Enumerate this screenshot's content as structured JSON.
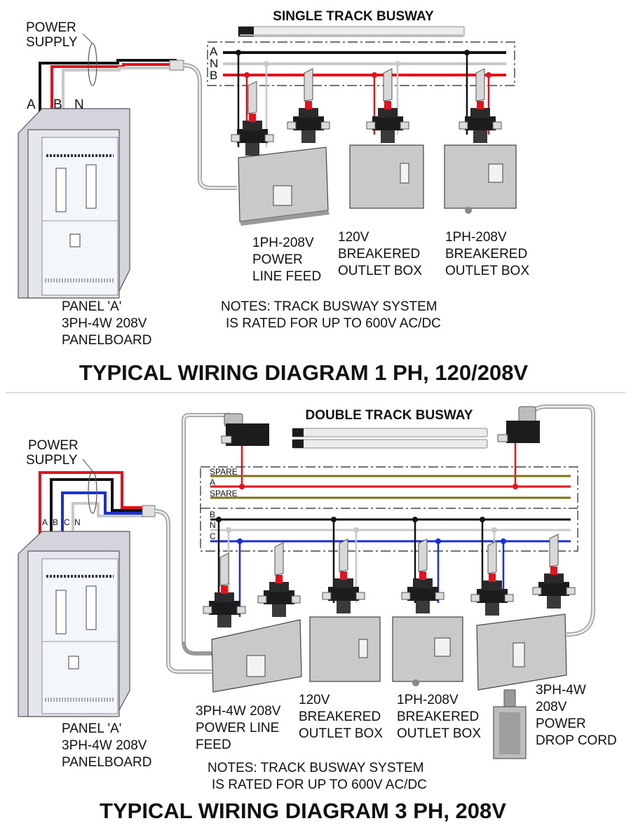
{
  "colors": {
    "black_wire": "#111111",
    "red_wire": "#e8101a",
    "neutral_wire": "#c8c8c8",
    "blue_wire": "#1a2fd6",
    "spare_wire": "#7a7414",
    "box_fill": "#c9c9c9",
    "panel_fill": "#e4e4ea"
  },
  "diagram1": {
    "busway_title": "SINGLE TRACK BUSWAY",
    "power_supply": [
      "POWER",
      "SUPPLY"
    ],
    "supply_letters": [
      "A",
      "B",
      "N"
    ],
    "bus_labels": [
      "A",
      "N",
      "B"
    ],
    "panel_label": [
      "PANEL 'A'",
      "3PH-4W 208V",
      "PANELBOARD"
    ],
    "box_labels": [
      [
        "1PH-208V",
        "POWER",
        "LINE FEED"
      ],
      [
        "120V",
        "BREAKERED",
        "OUTLET BOX"
      ],
      [
        "1PH-208V",
        "BREAKERED",
        "OUTLET BOX"
      ]
    ],
    "notes": [
      "NOTES: TRACK BUSWAY SYSTEM",
      "IS RATED FOR UP TO 600V AC/DC"
    ],
    "title": "TYPICAL WIRING DIAGRAM 1 PH, 120/208V"
  },
  "diagram2": {
    "busway_title": "DOUBLE TRACK BUSWAY",
    "power_supply": [
      "POWER",
      "SUPPLY"
    ],
    "supply_letters": [
      "A",
      "B",
      "C",
      "N"
    ],
    "bus_top_labels": [
      "SPARE",
      "A",
      "SPARE"
    ],
    "bus_bottom_labels": [
      "B",
      "N",
      "C"
    ],
    "panel_label": [
      "PANEL 'A'",
      "3PH-4W 208V",
      "PANELBOARD"
    ],
    "box_labels": [
      [
        "3PH-4W 208V",
        "POWER LINE",
        "FEED"
      ],
      [
        "120V",
        "BREAKERED",
        "OUTLET BOX"
      ],
      [
        "1PH-208V",
        "BREAKERED",
        "OUTLET BOX"
      ],
      [
        "3PH-4W",
        "208V",
        "POWER",
        "DROP CORD"
      ]
    ],
    "notes": [
      "NOTES: TRACK BUSWAY SYSTEM",
      "IS RATED FOR UP TO 600V AC/DC"
    ],
    "title": "TYPICAL WIRING DIAGRAM 3 PH, 208V"
  }
}
